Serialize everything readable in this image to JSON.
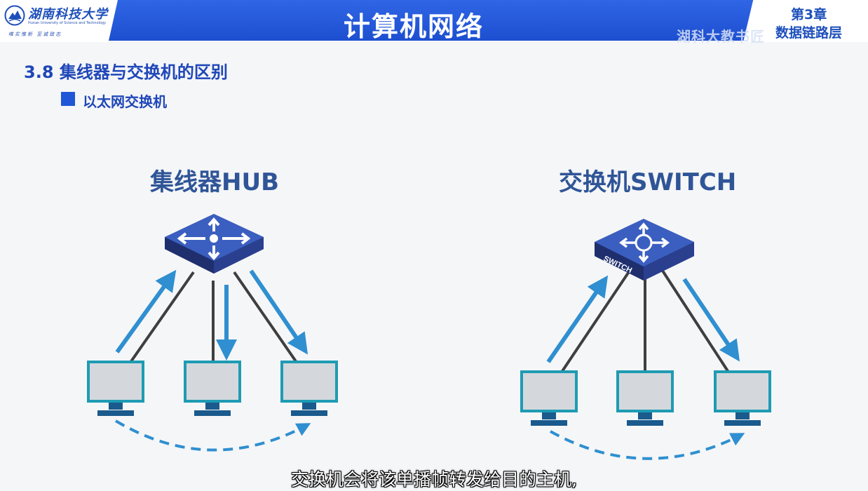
{
  "header": {
    "university_name": "湖南科技大学",
    "university_english": "Hunan University of Science and Technology",
    "motto": "唯实惟新  至诚致志",
    "course_title": "计算机网络",
    "chapter_number": "第3章",
    "chapter_name": "数据链路层",
    "watermark": "湖科大教书匠",
    "colors": {
      "bar": "#1d4fd0",
      "accent": "#1f47b8"
    }
  },
  "section": {
    "title": "3.8 集线器与交换机的区别",
    "bullet": "以太网交换机"
  },
  "diagrams": {
    "hub": {
      "title": "集线器HUB",
      "device_icon": "hub-device-icon",
      "host_icon": "computer-monitor-icon",
      "frame_flow": "broadcast"
    },
    "switch": {
      "title": "交换机SWITCH",
      "device_label": "SWITCH",
      "device_icon": "switch-device-icon",
      "host_icon": "computer-monitor-icon",
      "frame_flow": "unicast"
    }
  },
  "subtitle": "交换机会将该单播帧转发给目的主机,"
}
